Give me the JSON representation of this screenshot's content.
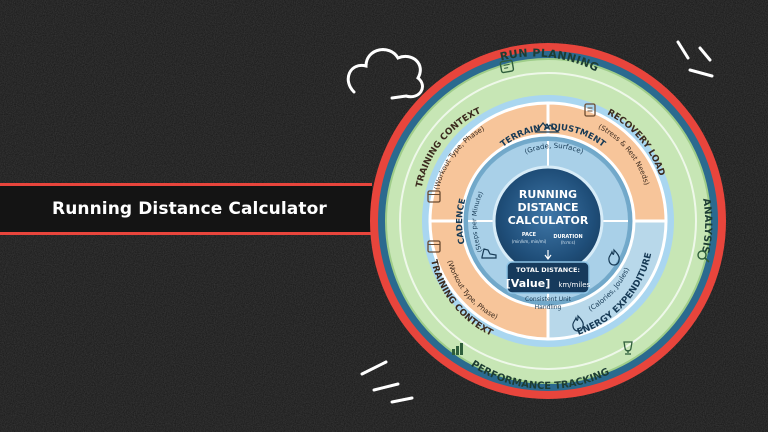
{
  "banner": {
    "title": "Running Distance Calculator"
  },
  "colors": {
    "background": "#161616",
    "accent_red": "#e8453c",
    "green_ring": "#c7e6b5",
    "orange_segment": "#f7c59a",
    "blue_segment": "#b8d8ea",
    "center_navy": "#1f4e79"
  },
  "wheel": {
    "outer_ring": {
      "run_planning": "RUN PLANNING",
      "analysis": "ANALYSIS",
      "performance_tracking": "PERFORMANCE TRACKING"
    },
    "segments": {
      "training_context_top": {
        "title": "TRAINING CONTEXT",
        "subtitle": "(Workout Type, Phase)"
      },
      "recovery_load": {
        "title": "RECOVERY LOAD",
        "subtitle": "(Stress & Rest Needs)"
      },
      "training_context_bottom": {
        "title": "TRAINING CONTEXT",
        "subtitle": "(Workout Type, Phase)"
      },
      "energy_expenditure": {
        "title": "ENERGY EXPENDITURE",
        "subtitle": "(Calories, Joules)"
      },
      "terrain_adjustment": {
        "title": "TERRAIN ADJUSTMENT",
        "subtitle": "(Grade, Surface)"
      },
      "cadence": {
        "title": "CADENCE",
        "subtitle": "(Steps per Minute)"
      }
    },
    "center": {
      "title_line1": "RUNNING",
      "title_line2": "DISTANCE",
      "title_line3": "CALCULATOR",
      "pace_label": "PACE",
      "pace_unit": "(min/km, min/mi)",
      "duration_label": "DURATION",
      "duration_unit": "(h:m:s)",
      "total_label": "TOTAL DISTANCE:",
      "total_value": "[Value]",
      "total_unit": "km/miles",
      "note_line1": "Consistent Unit",
      "note_line2": "Handling"
    },
    "icons": [
      "run-planning-icon",
      "analysis-icon",
      "performance-chart-icon",
      "trophy-icon",
      "calendar-icon",
      "recovery-icon",
      "mountain-icon",
      "shoe-icon",
      "flame-icon"
    ]
  }
}
